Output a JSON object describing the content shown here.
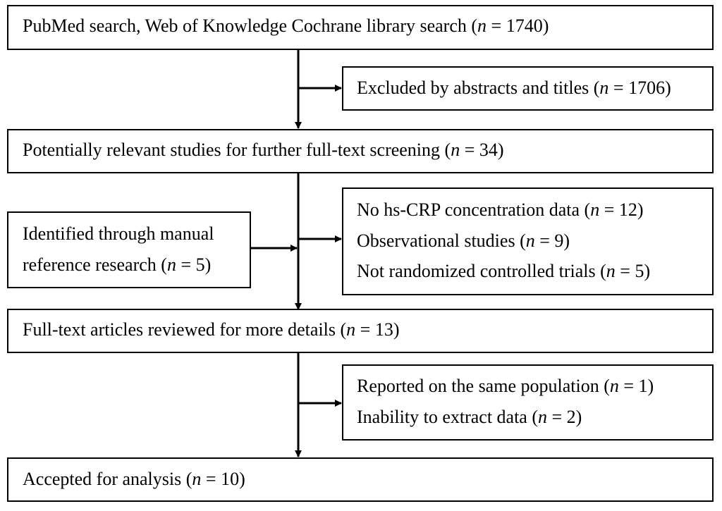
{
  "flow": {
    "search": {
      "lines": [
        {
          "pre": "PubMed search, Web of Knowledge Cochrane library search (",
          "n": "n",
          "post": " = 1740)"
        }
      ]
    },
    "excluded1": {
      "lines": [
        {
          "pre": "Excluded by abstracts and titles (",
          "n": "n",
          "post": " = 1706)"
        }
      ]
    },
    "potential": {
      "lines": [
        {
          "pre": "Potentially relevant studies for further full-text screening (",
          "n": "n",
          "post": " = 34)"
        }
      ]
    },
    "manual": {
      "lines": [
        {
          "pre": "Identified through manual",
          "n": "",
          "post": ""
        },
        {
          "pre": "reference research (",
          "n": "n",
          "post": " = 5)"
        }
      ]
    },
    "excluded2": {
      "lines": [
        {
          "pre": "No hs-CRP concentration data (",
          "n": "n",
          "post": " = 12)"
        },
        {
          "pre": "Observational studies (",
          "n": "n",
          "post": " = 9)"
        },
        {
          "pre": "Not randomized controlled trials (",
          "n": "n",
          "post": " = 5)"
        }
      ]
    },
    "fulltext": {
      "lines": [
        {
          "pre": "Full-text articles reviewed for more details (",
          "n": "n",
          "post": " = 13)"
        }
      ]
    },
    "excluded3": {
      "lines": [
        {
          "pre": "Reported on the same population (",
          "n": "n",
          "post": " = 1)"
        },
        {
          "pre": "Inability to extract data (",
          "n": "n",
          "post": " = 2)"
        }
      ]
    },
    "accepted": {
      "lines": [
        {
          "pre": "Accepted for analysis (",
          "n": "n",
          "post": " = 10)"
        }
      ]
    }
  }
}
